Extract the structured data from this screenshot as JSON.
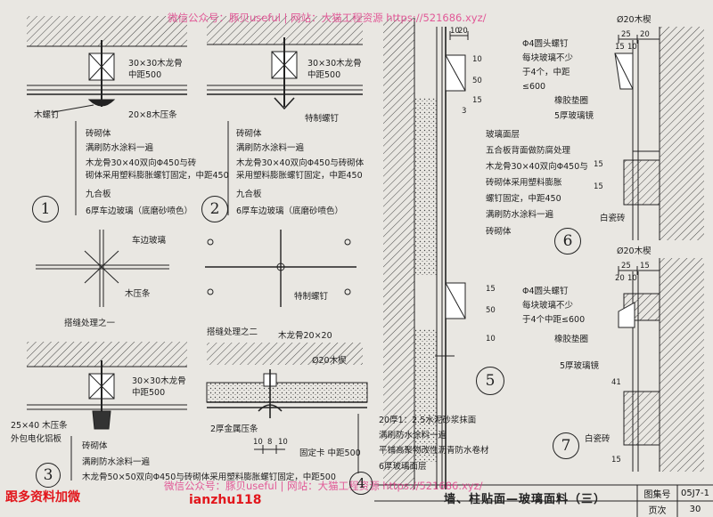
{
  "watermark": {
    "top": "微信公众号：豚贝useful | 网站：大猫工程资源 https://521686.xyz/",
    "bottom": "微信公众号：豚贝useful | 网站：大猫工程资源 https://521686.xyz/"
  },
  "promo": {
    "line1": "跟多资料加微",
    "line2": "ianzhu118"
  },
  "title_block": {
    "title": "墙、柱贴面—玻璃面料（三）",
    "atlas_label": "图集号",
    "atlas_value": "05J7-1",
    "page_label": "页次",
    "page_value": "30"
  },
  "detail1": {
    "number": "1",
    "keel": "30×30木龙骨",
    "keel_spacing": "中距500",
    "screw": "木螺钉",
    "strip": "20×8木压条",
    "notes": [
      "砖砌体",
      "满刷防水涂料一遍",
      "木龙骨30×40双向Φ450与砖",
      "砌体采用塑料膨胀螺钉固定，中距450",
      "九合板",
      "6厚车边玻璃（底磨砂喷色）"
    ]
  },
  "detail2": {
    "number": "2",
    "keel": "30×30木龙骨",
    "keel_spacing": "中距500",
    "screw": "特制螺钉",
    "notes": [
      "砖砌体",
      "满刷防水涂料一遍",
      "木龙骨30×40双向Φ450与砖砌体",
      "采用塑料膨胀螺钉固定，中距450",
      "九合板",
      "6厚车边玻璃（底磨砂喷色）"
    ]
  },
  "joint1": {
    "label_glass": "车边玻璃",
    "label_strip": "木压条",
    "caption": "搭缝处理之一"
  },
  "joint2": {
    "label_screw": "特制螺钉",
    "caption": "搭缝处理之二"
  },
  "detail3": {
    "number": "3",
    "keel": "30×30木龙骨",
    "keel_spacing": "中距500",
    "strip": "25×40 木压条",
    "strip2": "外包电化铝板",
    "notes": [
      "砖砌体",
      "满刷防水涂料一遍",
      "木龙骨50×50双向Φ450与砖砌体采用塑料膨胀螺钉固定，中距500"
    ]
  },
  "detail4": {
    "number": "4",
    "keel": "木龙骨20×20",
    "trim": "Ø20木楔",
    "metal": "2厚金属压条",
    "clip": "固定卡 中距500",
    "dims": [
      "10",
      "8",
      "10"
    ],
    "notes": [
      "20厚1：2.5水泥砂浆抹面",
      "满刷防水涂料一遍",
      "平铺高聚物改性沥青防水卷材",
      "6厚玻璃面层"
    ]
  },
  "detail5": {
    "number": "5",
    "dims_top": [
      "10",
      "20"
    ],
    "dims_side": [
      "10",
      "50",
      "15",
      "3"
    ],
    "dims_bottom": [
      "15",
      "50",
      "10"
    ],
    "notes": [
      "玻璃面层",
      "五合板背面做防腐处理",
      "木龙骨30×40双向Φ450与",
      "砖砌体采用塑料膨胀",
      "螺钉固定，中距450",
      "满刷防水涂料一遍",
      "砖砌体"
    ]
  },
  "detail6": {
    "number": "6",
    "trim": "Ø20木楔",
    "dims_top": [
      "25",
      "20",
      "15",
      "10"
    ],
    "screw_note": [
      "Φ4圆头螺钉",
      "每块玻璃不少",
      "于4个，中距",
      "≤600"
    ],
    "pad": "橡胶垫圈",
    "mirror": "5厚玻璃镜",
    "tile": "白瓷砖",
    "dims_side": [
      "15",
      "15"
    ]
  },
  "detail7": {
    "number": "7",
    "trim": "Ø20木楔",
    "dims_top": [
      "25",
      "15",
      "20",
      "10"
    ],
    "screw_note": [
      "Φ4圆头螺钉",
      "每块玻璃不少",
      "于4个中距≤600"
    ],
    "pad": "橡胶垫圈",
    "mirror": "5厚玻璃镜",
    "tile": "白瓷砖",
    "dims_side": [
      "41",
      "15"
    ]
  }
}
